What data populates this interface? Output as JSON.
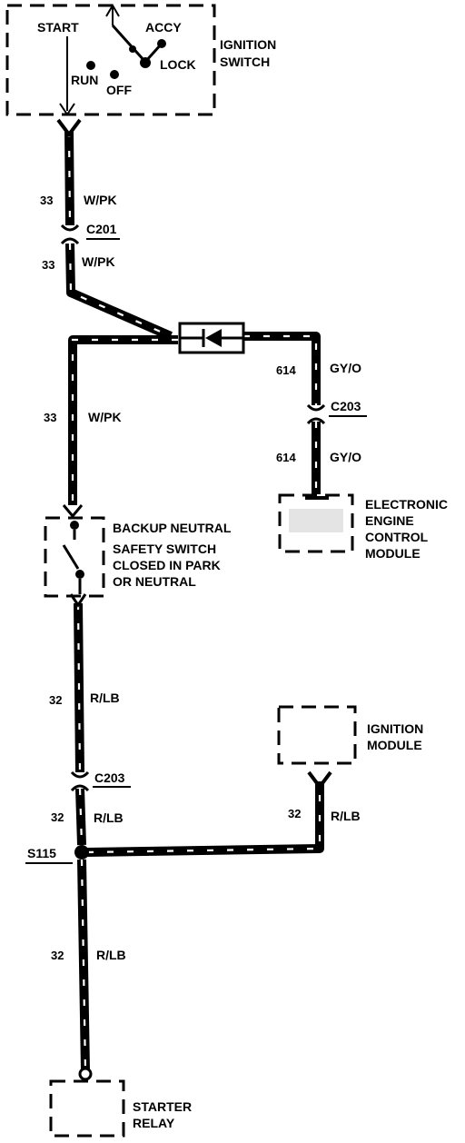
{
  "components": {
    "ignition_switch": {
      "name_line1": "IGNITION",
      "name_line2": "SWITCH",
      "positions": {
        "start": "START",
        "accy": "ACCY",
        "run": "RUN",
        "off": "OFF",
        "lock": "LOCK"
      }
    },
    "diode": {
      "symbol": "diode"
    },
    "eec": {
      "line1": "ELECTRONIC",
      "line2": "ENGINE",
      "line3": "CONTROL",
      "line4": "MODULE"
    },
    "neutral_switch": {
      "line1": "BACKUP NEUTRAL",
      "line2": "SAFETY SWITCH",
      "line3": "CLOSED IN PARK",
      "line4": "OR NEUTRAL"
    },
    "ignition_module": {
      "line1": "IGNITION",
      "line2": "MODULE"
    },
    "starter_relay": {
      "line1": "STARTER",
      "line2": "RELAY"
    }
  },
  "connectors": {
    "c201": "C201",
    "c203_upper": "C203",
    "c203_lower": "C203"
  },
  "splice": {
    "label": "S115"
  },
  "wires": {
    "w1": {
      "circuit": "33",
      "color": "W/PK"
    },
    "w2": {
      "circuit": "33",
      "color": "W/PK"
    },
    "w3": {
      "circuit": "614",
      "color": "GY/O"
    },
    "w4": {
      "circuit": "614",
      "color": "GY/O"
    },
    "w5": {
      "circuit": "33",
      "color": "W/PK"
    },
    "w6": {
      "circuit": "32",
      "color": "R/LB"
    },
    "w7": {
      "circuit": "32",
      "color": "R/LB"
    },
    "w8": {
      "circuit": "32",
      "color": "R/LB"
    },
    "w9": {
      "circuit": "32",
      "color": "R/LB"
    }
  },
  "colors": {
    "ink": "#000000",
    "paper": "#ffffff"
  }
}
